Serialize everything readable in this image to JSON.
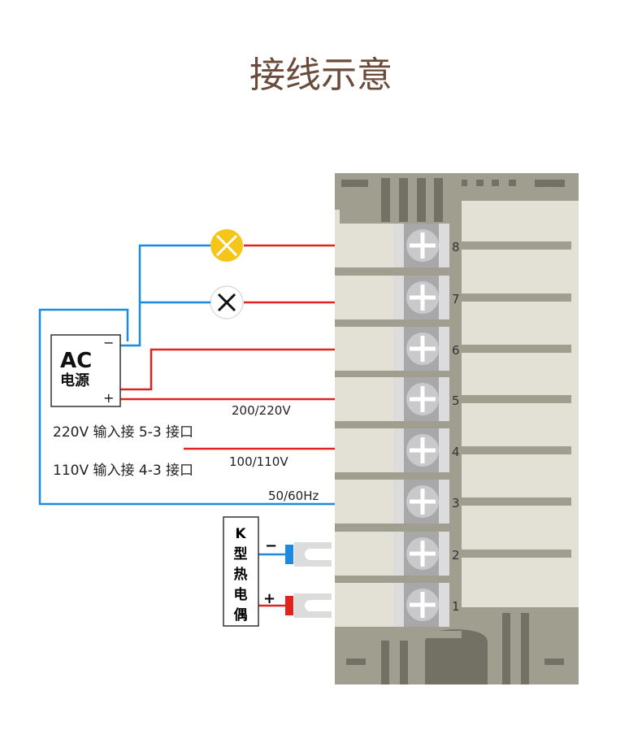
{
  "title": "接线示意",
  "power_box": {
    "line1": "AC",
    "line2": "电源",
    "minus": "−",
    "plus": "+"
  },
  "notes": [
    "220V 输入接 5-3 接口",
    "110V 输入接 4-3 接口"
  ],
  "wire_labels": {
    "v220": "200/220V",
    "v110": "100/110V",
    "hz": "50/60Hz"
  },
  "thermocouple": {
    "chars": [
      "K",
      "型",
      "热",
      "电",
      "偶"
    ],
    "minus": "−",
    "plus": "+"
  },
  "terminals": [
    "8",
    "7",
    "6",
    "5",
    "4",
    "3",
    "2",
    "1"
  ],
  "colors": {
    "red": "#e0231f",
    "blue": "#1a8be0",
    "title": "#6b4a3a",
    "lamp_on": "#f5c518"
  }
}
